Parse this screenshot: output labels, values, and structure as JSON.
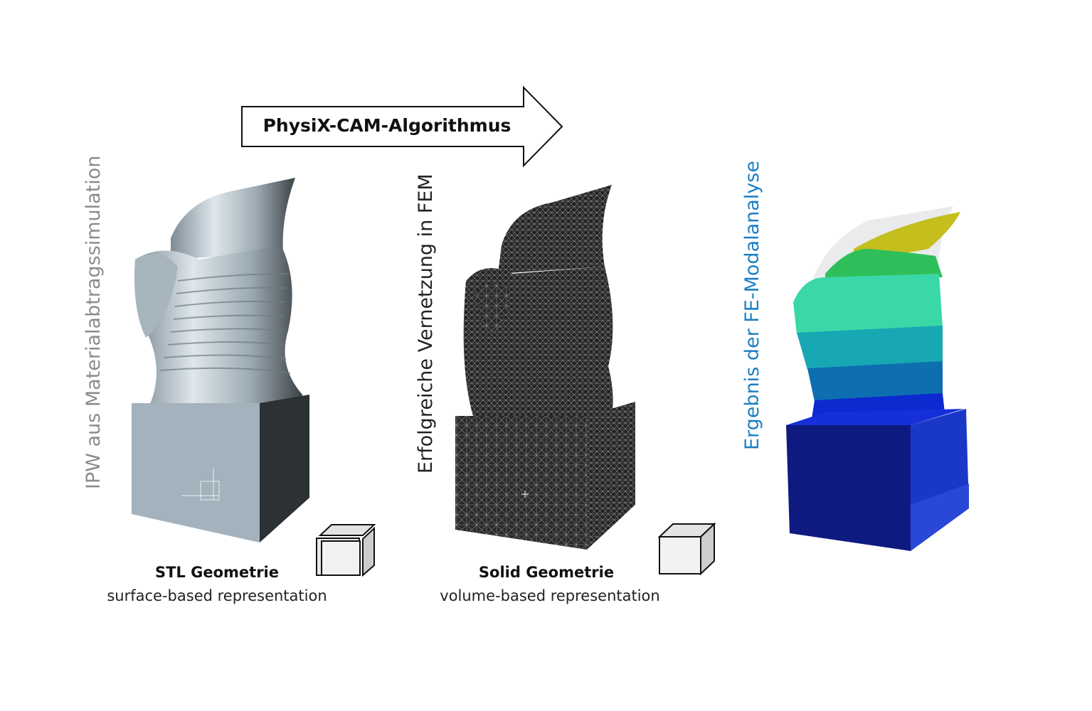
{
  "arrow": {
    "label": "PhysiX-CAM-Algorithmus"
  },
  "panels": [
    {
      "vertical_label": "IPW aus Materialabtragssimulation",
      "vertical_label_color": "#8c8c8c",
      "title": "STL Geometrie",
      "subtitle": "surface-based representation",
      "icon": "open-surface-cube-icon"
    },
    {
      "vertical_label": "Erfolgreiche Vernetzung in FEM",
      "vertical_label_color": "#222222",
      "title": "Solid Geometrie",
      "subtitle": "volume-based representation",
      "icon": "solid-cube-icon"
    },
    {
      "vertical_label": "Ergebnis der FE-Modalanalyse",
      "vertical_label_color": "#1a7fc4",
      "icon": "modal-result-icon"
    }
  ],
  "colors": {
    "stl_light": "#b8c6d0",
    "stl_dark": "#2a2e30",
    "mesh_dark": "#1c1c1c",
    "modal_blue": "#0a1f9e",
    "modal_teal": "#1fb7a8",
    "modal_green": "#3fd46a",
    "modal_yellow": "#c8c21a"
  }
}
